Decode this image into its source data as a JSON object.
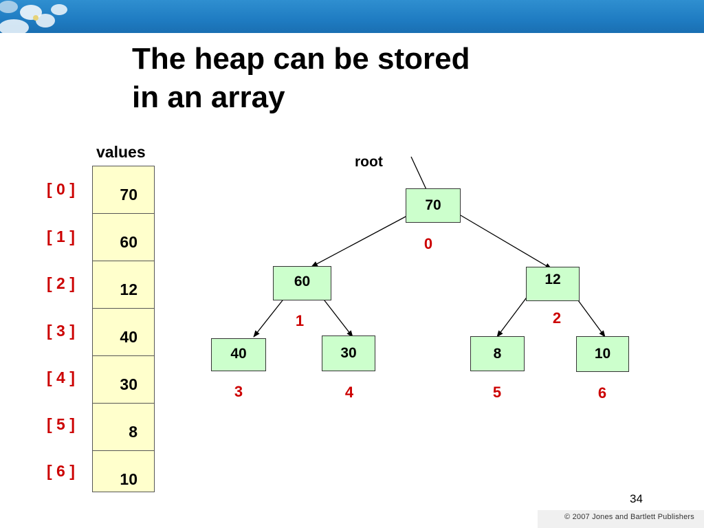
{
  "title": "The heap can be stored\nin an array",
  "array": {
    "label": "values",
    "cells": [
      {
        "index": "[ 0 ]",
        "value": "70"
      },
      {
        "index": "[ 1 ]",
        "value": "60"
      },
      {
        "index": "[ 2 ]",
        "value": "12"
      },
      {
        "index": "[ 3 ]",
        "value": "40"
      },
      {
        "index": "[ 4 ]",
        "value": "30"
      },
      {
        "index": "[ 5 ]",
        "value": "8"
      },
      {
        "index": "[ 6 ]",
        "value": "10"
      }
    ]
  },
  "tree": {
    "root_label": "root",
    "nodes": [
      {
        "value": "70",
        "index": "0"
      },
      {
        "value": "60",
        "index": "1"
      },
      {
        "value": "12",
        "index": "2"
      },
      {
        "value": "40",
        "index": "3"
      },
      {
        "value": "30",
        "index": "4"
      },
      {
        "value": "8",
        "index": "5"
      },
      {
        "value": "10",
        "index": "6"
      }
    ]
  },
  "page_number": "34",
  "footer": "© 2007 Jones and Bartlett Publishers",
  "colors": {
    "array_fill": "#ffffcc",
    "node_fill": "#ccffcc",
    "index_text": "#cc0000",
    "banner": "#1f7cc2"
  }
}
